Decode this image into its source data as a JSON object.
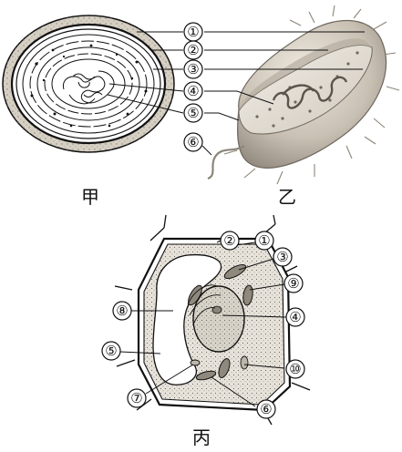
{
  "panels": {
    "a": {
      "label": "甲",
      "markers": [
        {
          "num": "①"
        },
        {
          "num": "②"
        },
        {
          "num": "③"
        },
        {
          "num": "④"
        },
        {
          "num": "⑤"
        }
      ]
    },
    "b": {
      "label": "乙",
      "markers": [
        {
          "num": "⑥"
        }
      ]
    },
    "c": {
      "label": "丙",
      "markers": [
        {
          "num": "②"
        },
        {
          "num": "①"
        },
        {
          "num": "③"
        },
        {
          "num": "⑨"
        },
        {
          "num": "⑧"
        },
        {
          "num": "④"
        },
        {
          "num": "⑤"
        },
        {
          "num": "⑩"
        },
        {
          "num": "⑦"
        },
        {
          "num": "⑥"
        }
      ]
    }
  },
  "colors": {
    "ink": "#111111",
    "capsule": "#d9d3c8",
    "cytoplasm_dots": "#b9b2a6",
    "bacterium_body": "#c9c2b6",
    "bacterium_dark": "#7c756b",
    "plant_cell": "#e6e2da"
  }
}
